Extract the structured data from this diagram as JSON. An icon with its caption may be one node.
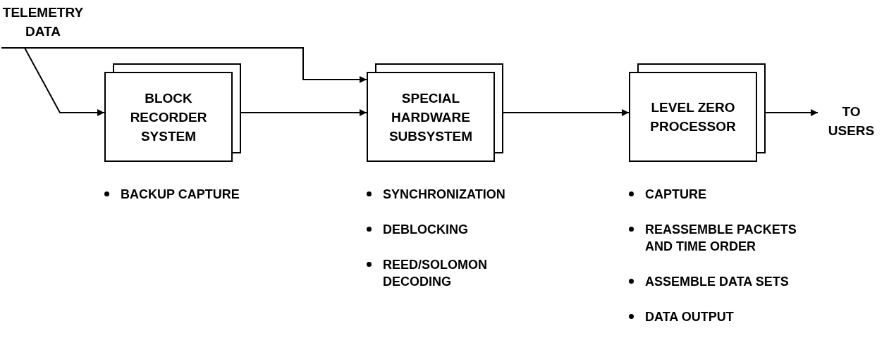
{
  "diagram": {
    "nodes": [
      {
        "text": [
          "TELEMETRY DATA"
        ]
      },
      {
        "text": [
          "BLOCK RECORDER SYSTEM"
        ],
        "beside": [
          "BACKUP CAPTURE"
        ]
      },
      {
        "text": [
          "SPECIAL HARDWARE SUBSYSTEM"
        ],
        "beside": [
          "SYNCHRONIZATION",
          "DEBLOCKING",
          "REED/SOLOMON DECODING"
        ]
      },
      {
        "text": [
          "LEVEL ZERO PROCESSOR"
        ],
        "beside": [
          "CAPTURE",
          "REASSEMBLE PACKETS AND TIME ORDER",
          "ASSEMBLE DATA SETS",
          "DATA OUTPUT"
        ]
      },
      {
        "text": [
          "TO USERS"
        ]
      }
    ],
    "edges": [
      {
        "from": 0,
        "to": 1,
        "arrow": "to"
      },
      {
        "from": 0,
        "to": 2,
        "arrow": "to"
      },
      {
        "from": 1,
        "to": 2,
        "arrow": "to"
      },
      {
        "from": 2,
        "to": 3,
        "arrow": "to"
      },
      {
        "from": 3,
        "to": 4,
        "arrow": "to"
      }
    ]
  }
}
